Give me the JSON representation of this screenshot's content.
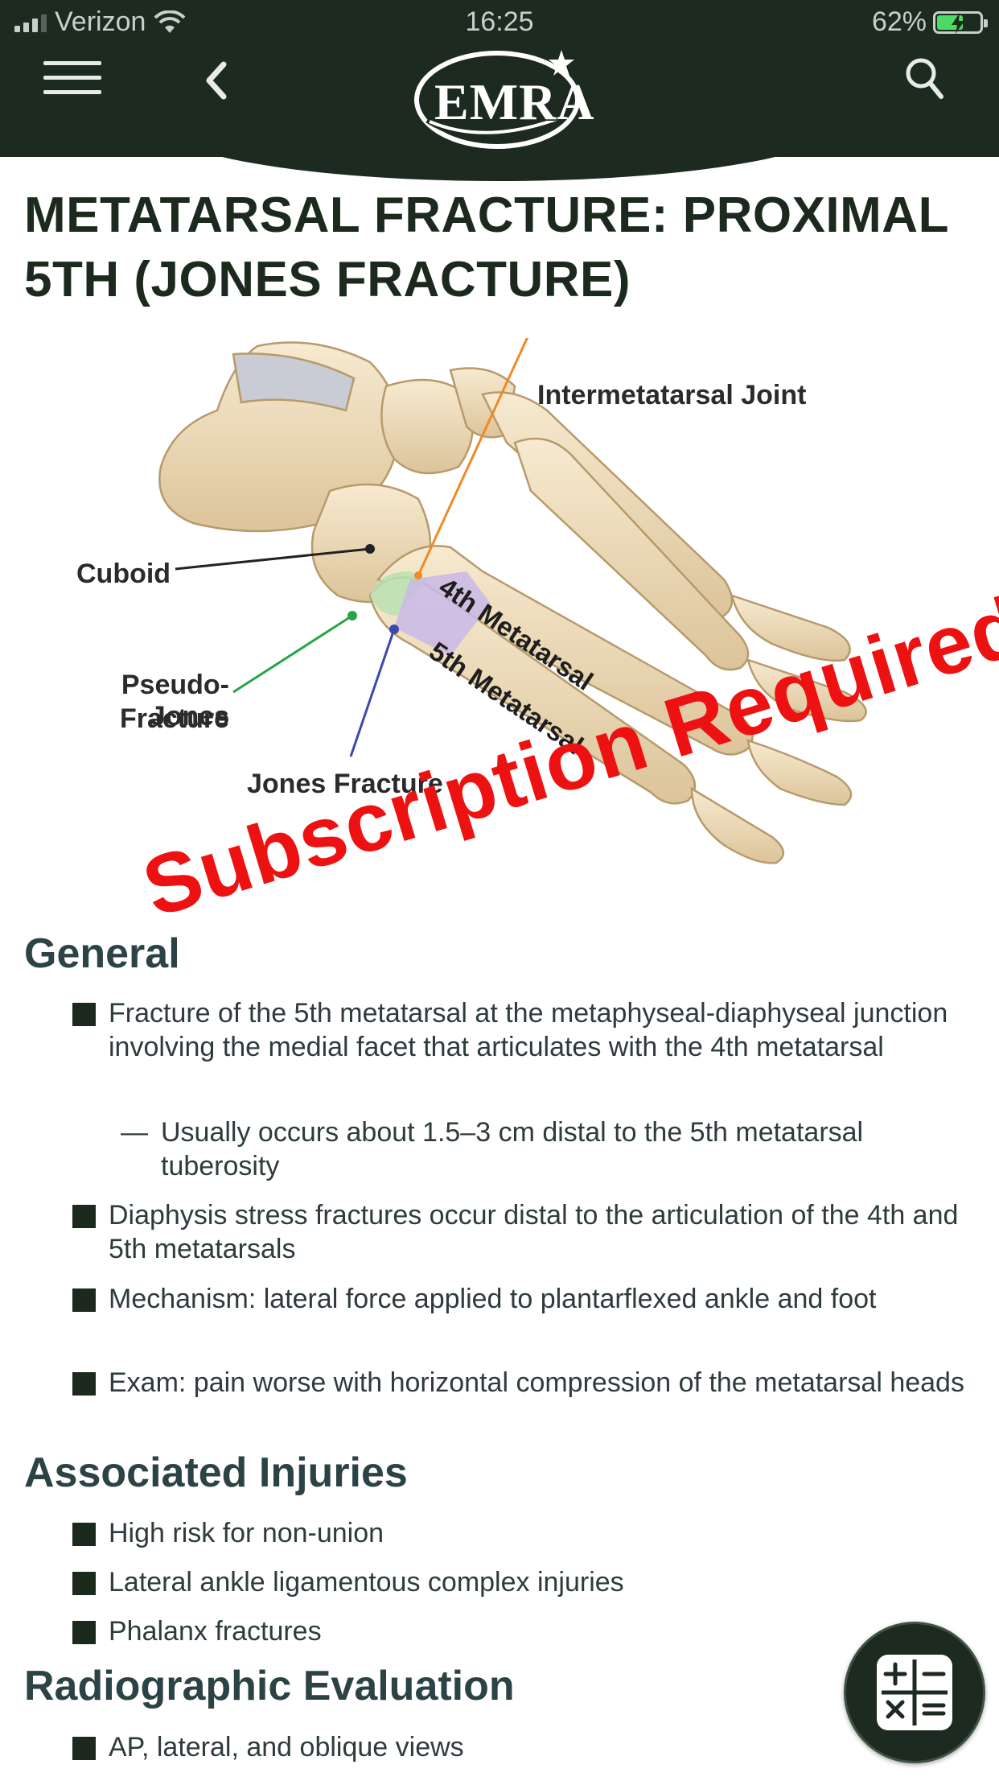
{
  "status_bar": {
    "carrier": "Verizon",
    "time": "16:25",
    "battery_percent": "62%",
    "battery_level": 0.62
  },
  "header": {
    "logo_text": "EMRA",
    "menu_icon": "hamburger-menu-icon",
    "back_icon": "chevron-left-icon",
    "search_icon": "search-icon",
    "colors": {
      "bar": "#1d2a1f"
    }
  },
  "page": {
    "title": "METATARSAL FRACTURE: PROXIMAL 5TH (JONES FRACTURE)"
  },
  "illustration": {
    "labels": {
      "intermetatarsal_joint": "Intermetatarsal Joint",
      "cuboid": "Cuboid",
      "pseudo_jones_line1": "Pseudo-Jones",
      "pseudo_jones_line2": "Fracture",
      "jones_fracture": "Jones Fracture",
      "fourth_metatarsal": "4th Metatarsal",
      "fifth_metatarsal": "5th Metatarsal"
    },
    "watermark": "Subscription Required",
    "colors": {
      "watermark": "#ee1111",
      "pseudo_jones_zone": "#b8e0b0",
      "jones_zone": "#c9b8e8"
    }
  },
  "sections": {
    "general": {
      "heading": "General",
      "bullets": [
        "Fracture of the 5th metatarsal at the metaphyseal-diaphyseal junction involving the medial facet that articulates with the 4th metatarsal",
        "Diaphysis stress fractures occur distal to the articulation of the 4th and 5th metatarsals",
        "Mechanism: lateral force applied to plantarflexed ankle and foot",
        "Exam: pain worse with horizontal compression of the metatarsal heads"
      ],
      "sub_bullet_dash": "—",
      "sub_bullet": "Usually occurs about 1.5–3 cm distal to the 5th metatarsal tuberosity"
    },
    "associated_injuries": {
      "heading": "Associated Injuries",
      "bullets": [
        "High risk for non-union",
        "Lateral ankle ligamentous complex injuries",
        "Phalanx fractures"
      ]
    },
    "radiographic": {
      "heading": "Radiographic Evaluation",
      "bullets": [
        "AP, lateral, and oblique views"
      ]
    }
  },
  "fab": {
    "icon": "calculator-icon"
  }
}
